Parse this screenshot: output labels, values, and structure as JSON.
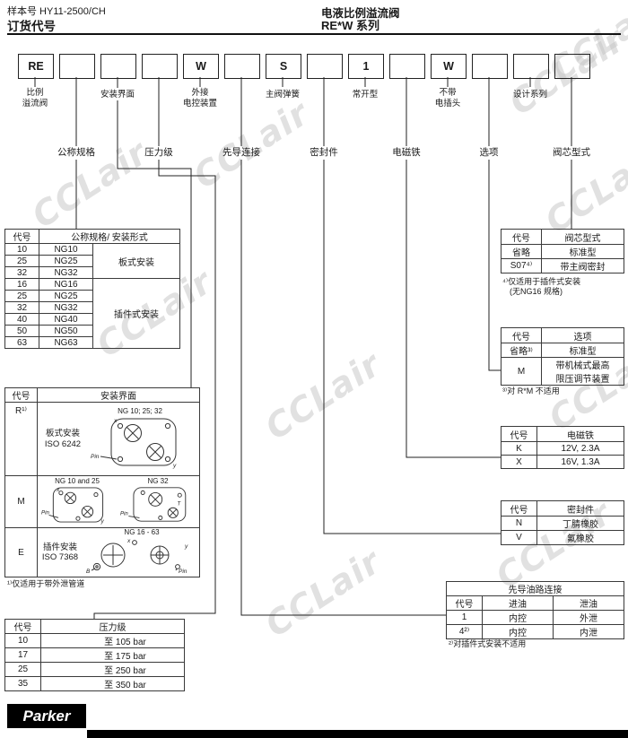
{
  "header": {
    "doc_number": "样本号 HY11-2500/CH",
    "page_title": "订货代号",
    "product_title": "电液比例溢流阀",
    "series_title": "RE*W 系列"
  },
  "code_boxes": [
    "RE",
    "",
    "",
    "",
    "W",
    "",
    "S",
    "",
    "1",
    "",
    "W",
    "",
    "",
    ""
  ],
  "labels_row1": {
    "proportional_relief": "比例\n溢流阀",
    "mounting_interface": "安装界面",
    "external_electronics": "外接\n电控装置",
    "main_valve_spring": "主阀弹簧",
    "normally_open": "常开型",
    "no_plug": "不带\n电插头",
    "design_series": "设计系列"
  },
  "labels_row2": {
    "nominal_size": "公称规格",
    "pressure_rating": "压力级",
    "pilot_connection": "先导连接",
    "seals": "密封件",
    "solenoid": "电磁铁",
    "options": "选项",
    "spool_type": "阀芯型式"
  },
  "size_table": {
    "headers": [
      "代号",
      "公称规格/ 安装形式"
    ],
    "rows": [
      [
        "10",
        "NG10"
      ],
      [
        "25",
        "NG25"
      ],
      [
        "32",
        "NG32"
      ],
      [
        "16",
        "NG16"
      ],
      [
        "25",
        "NG25"
      ],
      [
        "32",
        "NG32"
      ],
      [
        "40",
        "NG40"
      ],
      [
        "50",
        "NG50"
      ],
      [
        "63",
        "NG63"
      ]
    ],
    "mountings": [
      "板式安装",
      "插件式安装"
    ]
  },
  "interface_table": {
    "headers": [
      "代号",
      "安装界面"
    ],
    "rows": {
      "r": {
        "code": "R¹⁾",
        "desc": "板式安装\nISO 6242",
        "caption": "NG 10; 25; 32"
      },
      "m": {
        "code": "M",
        "caption_left": "NG 10 and 25",
        "caption_right": "NG 32"
      },
      "e": {
        "code": "E",
        "desc": "插件安装\nISO 7368",
        "caption": "NG 16 - 63"
      }
    },
    "footnote": "¹⁾仅适用于带外泄管道"
  },
  "diagram_labels": {
    "pin": "Pin",
    "x": "x",
    "y": "y",
    "b": "B",
    "t": "T"
  },
  "pressure_table": {
    "headers": [
      "代号",
      "压力级"
    ],
    "rows": [
      [
        "10",
        "至 105 bar"
      ],
      [
        "17",
        "至 175 bar"
      ],
      [
        "25",
        "至 250 bar"
      ],
      [
        "35",
        "至 350 bar"
      ]
    ]
  },
  "spool_table": {
    "headers": [
      "代号",
      "阀芯型式"
    ],
    "rows": [
      [
        "省略",
        "标准型"
      ],
      [
        "S07⁴⁾",
        "带主阀密封"
      ]
    ],
    "footnote_line1": "⁴⁾仅适用于插件式安装",
    "footnote_line2": "(无NG16 规格)"
  },
  "options_table": {
    "headers": [
      "代号",
      "选项"
    ],
    "rows": [
      [
        "省略³⁾",
        "标准型"
      ],
      [
        "M",
        "带机械式最高\n限压调节装置"
      ]
    ],
    "footnote": "³⁾对 R*M 不适用"
  },
  "solenoid_table": {
    "headers": [
      "代号",
      "电磁铁"
    ],
    "rows": [
      [
        "K",
        "12V, 2.3A"
      ],
      [
        "X",
        "16V, 1.3A"
      ]
    ]
  },
  "seal_table": {
    "headers": [
      "代号",
      "密封件"
    ],
    "rows": [
      [
        "N",
        "丁腈橡胶"
      ],
      [
        "V",
        "氟橡胶"
      ]
    ]
  },
  "pilot_table": {
    "title": "先导油路连接",
    "headers": [
      "代号",
      "进油",
      "泄油"
    ],
    "rows": [
      [
        "1",
        "内控",
        "外泄"
      ],
      [
        "4²⁾",
        "内控",
        "内泄"
      ]
    ],
    "footnote": "²⁾对插件式安装不适用"
  },
  "watermark": {
    "text": "CCLair",
    "color": "#c4c4c4"
  },
  "footer": {
    "brand": "Parker"
  },
  "colors": {
    "ink": "#1a1a1a",
    "line": "#222222",
    "footer_bar": "#000000"
  }
}
